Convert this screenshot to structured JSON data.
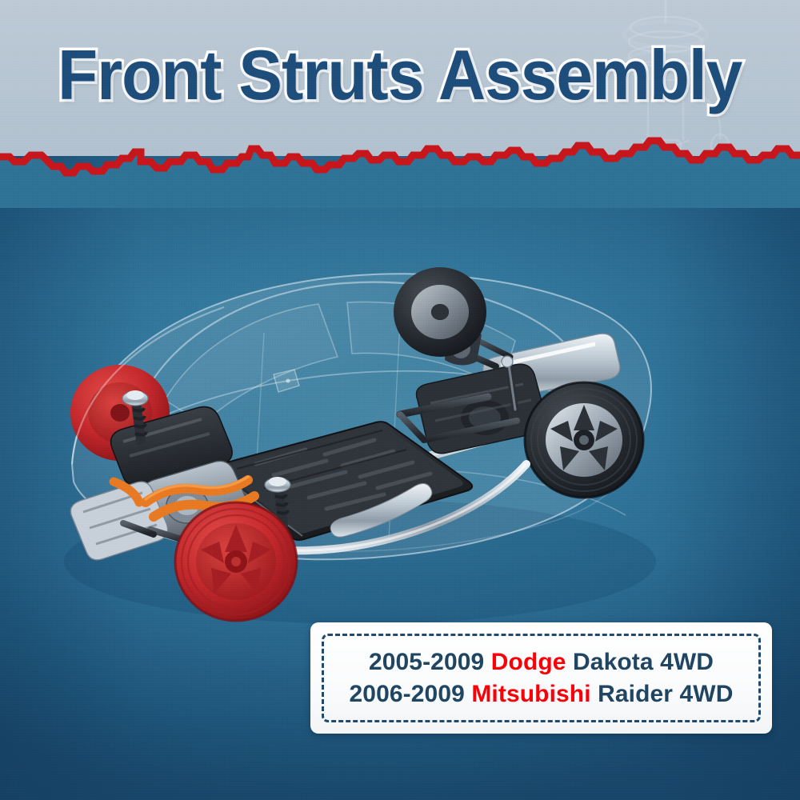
{
  "header": {
    "title": "Front Struts Assembly",
    "title_color": "#1d4c78",
    "title_outline_color": "#ffffff"
  },
  "background": {
    "top_band_color": "#b4c3d0",
    "lower_color": "#2e7194",
    "lower_dark_color": "#1d5176",
    "torn_edge_color": "#c6161c"
  },
  "illustration": {
    "name": "ev-chassis-cutaway",
    "description": "Transparent vehicle body with exposed EV chassis, battery pack, motor and suspension",
    "front_wheel_color": "#c4282c",
    "rear_wheel_color": "#2b3138",
    "battery_color": "#25282c",
    "cable_color": "#e87722",
    "chrome_color": "#c8d2da",
    "parts": [
      "front-strut-tower-left",
      "front-strut-tower-right",
      "electric-motor",
      "inverter",
      "battery-pack",
      "exhaust-muffler",
      "rear-subframe",
      "fuel-tank"
    ]
  },
  "fitment_box": {
    "lines": [
      {
        "years": "2005-2009",
        "brand": "Dodge",
        "model": "Dakota 4WD"
      },
      {
        "years": "2006-2009",
        "brand": "Mitsubishi",
        "model": "Raider 4WD"
      }
    ],
    "text_color": "#1f4460",
    "brand_color": "#fb0007",
    "border_style": "dashed",
    "border_color": "#20486c",
    "background_color": "#ffffff"
  }
}
